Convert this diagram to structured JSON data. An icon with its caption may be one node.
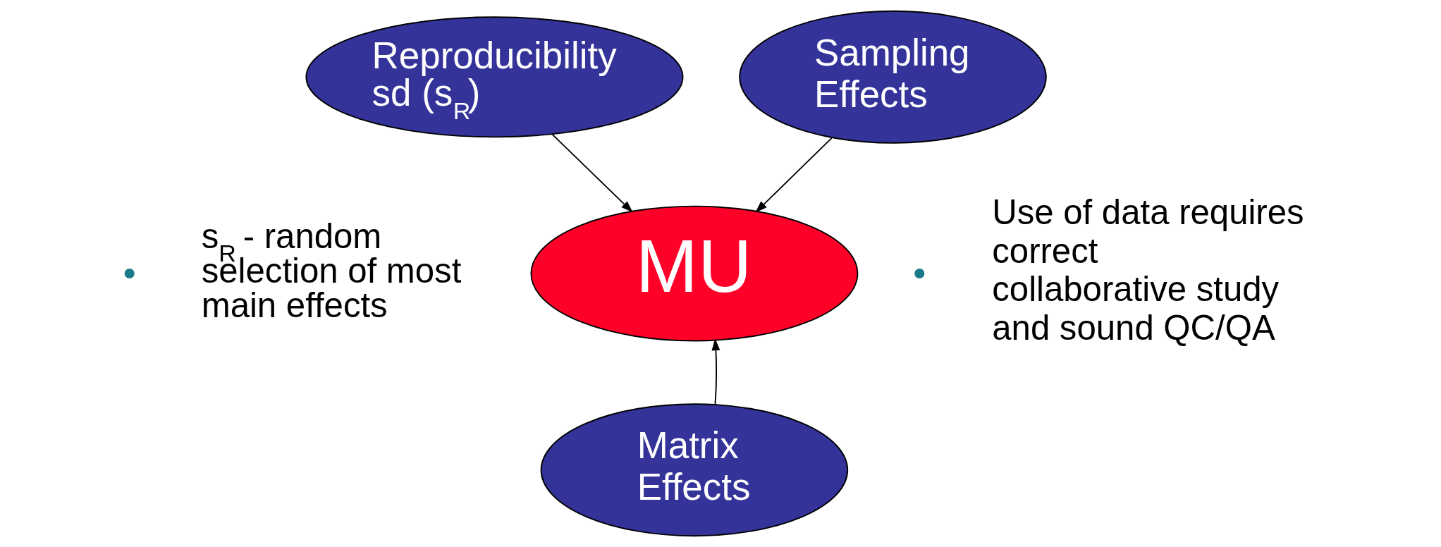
{
  "diagram": {
    "nodes": [
      {
        "text": [
          "Reproducibility sd (s$_{R}$)"
        ]
      },
      {
        "text": [
          "Sampling Effects"
        ]
      },
      {
        "text": [
          "MU"
        ]
      },
      {
        "text": [
          "Matrix Effects"
        ]
      }
    ],
    "edges": [
      {
        "from": 0,
        "to": 2,
        "arrow": "to"
      },
      {
        "from": 1,
        "to": 2,
        "arrow": "to"
      },
      {
        "from": 3,
        "to": 2,
        "arrow": "to"
      }
    ],
    "labels": [
      "s$_{R}$ - random selection of most main effects",
      "Use of data requires correct collaborative study and sound QC/QA"
    ]
  }
}
